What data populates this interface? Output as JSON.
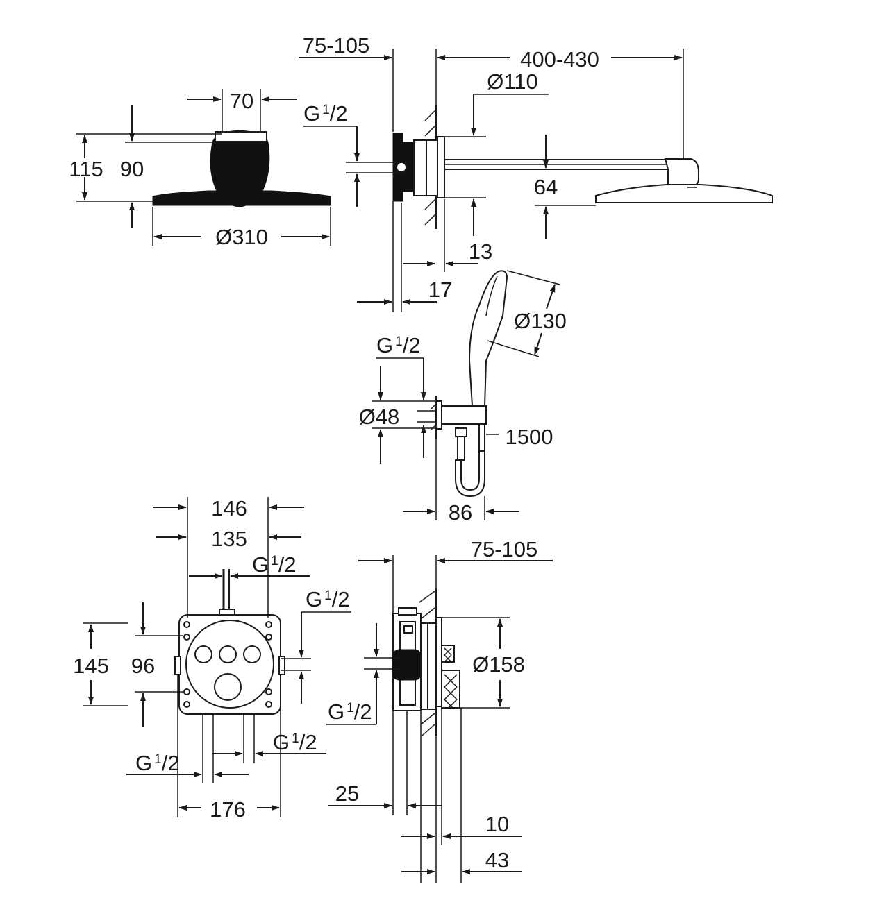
{
  "dimensions": {
    "head_depth": "75-105",
    "arm_length": "400-430",
    "flange_dia": "Ø110",
    "knob_width": "70",
    "head_total_height": "115",
    "head_height": "90",
    "head_dia": "Ø310",
    "arm_height": "64",
    "flange_13": "13",
    "flange_17": "17",
    "hand_dia": "Ø130",
    "elbow_dia": "Ø48",
    "hose_length": "1500",
    "holder_depth": "86",
    "box_outer_width": "146",
    "box_inner_width": "135",
    "box_height": "145",
    "button_spacing": "96",
    "box_total_width": "176",
    "box_depth": "75-105",
    "rosette_dia": "Ø158",
    "wall_25": "25",
    "wall_10": "10",
    "wall_43": "43"
  },
  "threads": {
    "g": "G",
    "sup": "1",
    "sub": "/2"
  }
}
